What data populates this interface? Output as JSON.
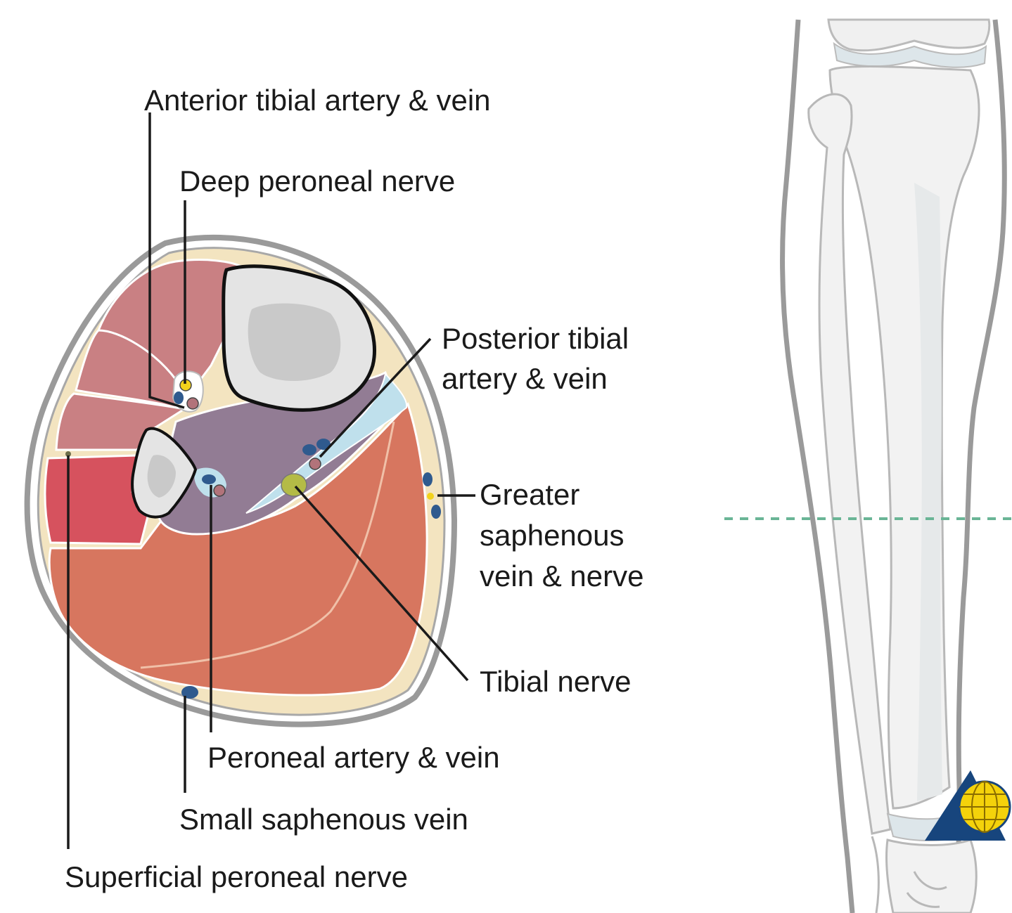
{
  "labels": {
    "anterior_tibial": "Anterior tibial artery & vein",
    "deep_peroneal": "Deep peroneal nerve",
    "posterior_tibial_1": "Posterior tibial",
    "posterior_tibial_2": "artery & vein",
    "greater_saphenous_1": "Greater",
    "greater_saphenous_2": "saphenous",
    "greater_saphenous_3": "vein & nerve",
    "tibial_nerve": "Tibial nerve",
    "peroneal_artery": "Peroneal artery & vein",
    "small_saphenous": "Small saphenous vein",
    "superficial_peroneal": "Superficial peroneal nerve"
  },
  "colors": {
    "skin_outline": "#9a9a9a",
    "fat": "#f3e4c0",
    "anterior_muscle": "#c98083",
    "lateral_muscle": "#d6525e",
    "deep_posterior_muscle": "#927c94",
    "superficial_posterior_muscle": "#d7765f",
    "bone": "#e4e4e4",
    "marrow": "#c9c9c9",
    "fascia": "#bfe0ec",
    "vein": "#2f5a8e",
    "artery": "#b2737a",
    "nerve": "#f2d21c",
    "tibial_nerve": "#b4bb46",
    "level_line": "#6ab596",
    "logo_blue": "#17457d",
    "logo_yellow": "#f4d20b"
  }
}
